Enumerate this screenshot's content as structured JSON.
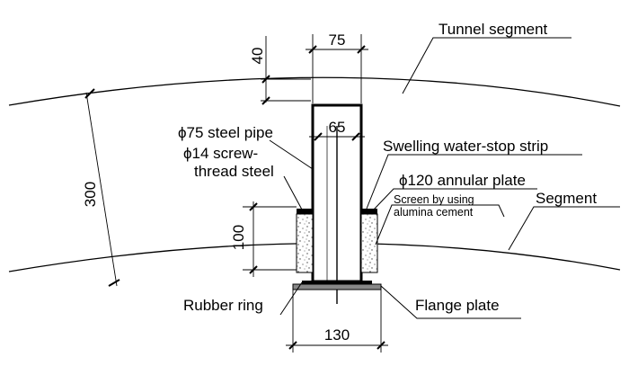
{
  "labels": {
    "tunnel_segment": "Tunnel segment",
    "steel_pipe": "ϕ75 steel pipe",
    "screw_thread_1": "ϕ14 screw-",
    "screw_thread_2": "thread steel",
    "swelling_strip": "Swelling water-stop strip",
    "annular_plate": "ϕ120 annular plate",
    "screen_1": "Screen by using",
    "screen_2": "alumina cement",
    "segment": "Segment",
    "rubber_ring": "Rubber ring",
    "flange_plate": "Flange plate"
  },
  "dimensions": {
    "top_offset": "40",
    "pipe_outer_width": "75",
    "pipe_inner_width": "65",
    "segment_thickness": "300",
    "plate_height": "100",
    "flange_width": "130"
  }
}
